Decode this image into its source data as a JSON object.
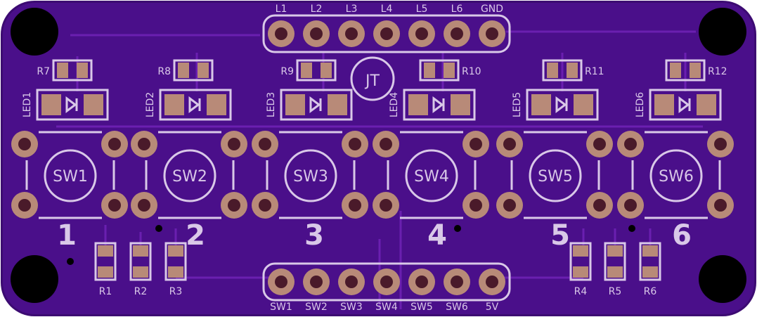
{
  "board": {
    "colors": {
      "soldermask": "#4a0f8a",
      "edge": "#3c0b72",
      "silkscreen": "#d9c8e8",
      "copper_pad": "#b88a78",
      "hole": "#000000"
    },
    "logo": "JT",
    "top_header_labels": [
      "L1",
      "L2",
      "L3",
      "L4",
      "L5",
      "L6",
      "GND"
    ],
    "bottom_header_labels": [
      "SW1",
      "SW2",
      "SW3",
      "SW4",
      "SW5",
      "SW6",
      "5V"
    ],
    "resistors_top": [
      "R7",
      "R8",
      "R9",
      "R10",
      "R11",
      "R12"
    ],
    "leds": [
      "LED1",
      "LED2",
      "LED3",
      "LED4",
      "LED5",
      "LED6"
    ],
    "switches": [
      "SW1",
      "SW2",
      "SW3",
      "SW4",
      "SW5",
      "SW6"
    ],
    "switch_numbers": [
      "1",
      "2",
      "3",
      "4",
      "5",
      "6"
    ],
    "resistors_bottom_left": [
      "R1",
      "R2",
      "R3"
    ],
    "resistors_bottom_right": [
      "R4",
      "R5",
      "R6"
    ]
  }
}
